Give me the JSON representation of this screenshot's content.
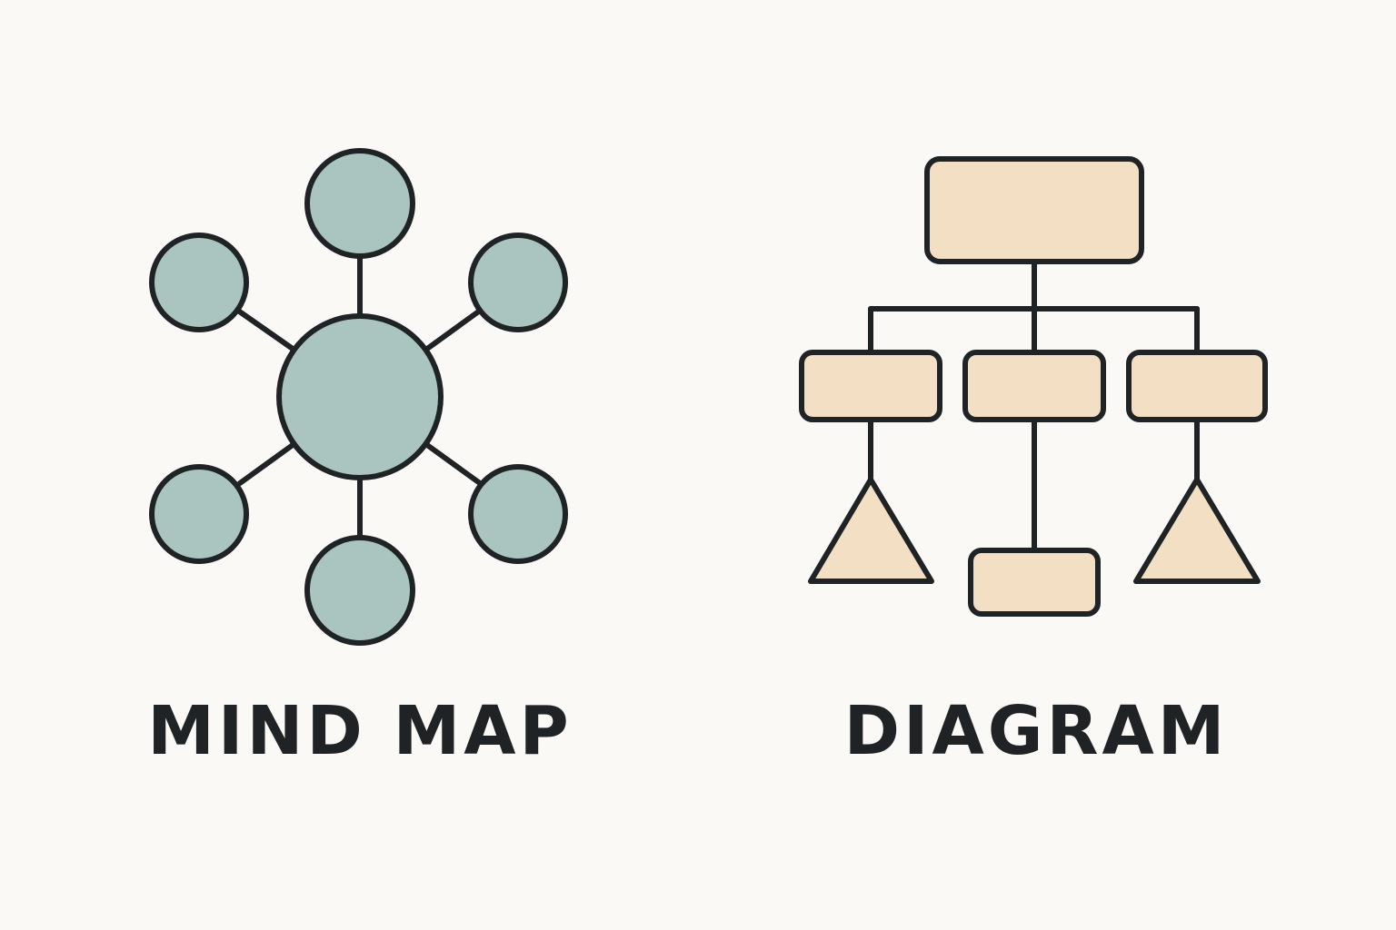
{
  "labels": {
    "left": "MIND MAP",
    "right": "DIAGRAM"
  },
  "colors": {
    "background": "#fbf9f5",
    "outline": "#1f2326",
    "mind_map_fill": "#aac5bf",
    "diagram_fill": "#f2dfc4"
  },
  "mind_map": {
    "center_node": "circle",
    "outer_nodes": 6
  },
  "diagram": {
    "root": "rounded-rectangle",
    "children": [
      {
        "shape": "rounded-rectangle",
        "child": "triangle"
      },
      {
        "shape": "rounded-rectangle",
        "child": "rounded-rectangle"
      },
      {
        "shape": "rounded-rectangle",
        "child": "triangle"
      }
    ]
  }
}
